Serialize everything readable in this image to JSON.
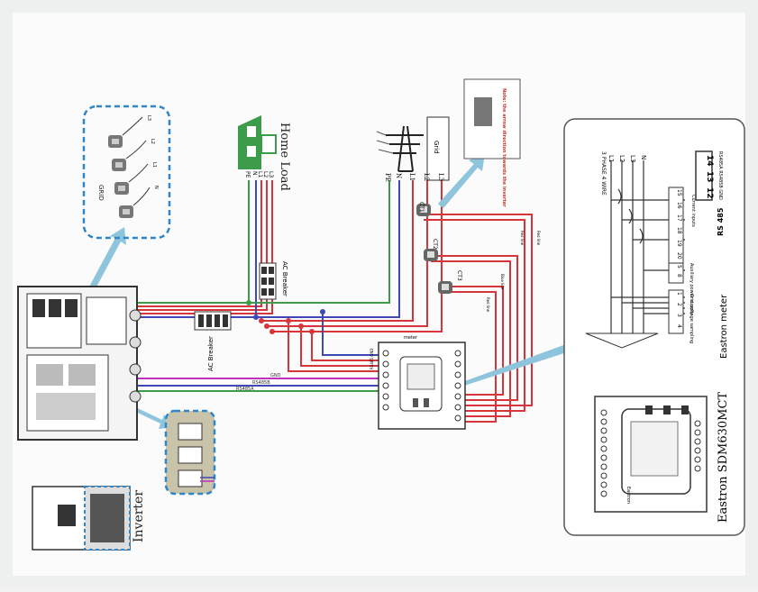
{
  "labels": {
    "home_load": "Home Load",
    "grid_tower": "Grid",
    "grid_ct_group": "GRID",
    "ct_group_lines": [
      "L3",
      "L2",
      "L1",
      "N"
    ],
    "home_load_lines": [
      "PE",
      "N",
      "L1",
      "L2",
      "L3"
    ],
    "grid_lines": [
      "PE",
      "N",
      "L1",
      "L2",
      "L3"
    ],
    "ac_breaker_1": "AC Breaker",
    "ac_breaker_2": "AC Breaker",
    "ct1": "CT1",
    "ct2": "CT2",
    "ct3": "CT3",
    "note": "Note: the arrow direction towards the inverter",
    "inverter": "Inverter",
    "meter_top": "meter",
    "rs485b": "RS485B",
    "rs485a": "RS485A",
    "gnd": "GND",
    "eastron_model": "Eastron SDM630MCT",
    "eastron_meter": "Eastron meter",
    "rs485": "RS 485",
    "wire_system": "3 PHASE 4 WIRE",
    "meter_lines": [
      "L1",
      "L2",
      "L3",
      "N"
    ],
    "grid_voltage": "Grid voltage sampling",
    "aux_power": "Auxiliary power supply",
    "current_inputs": "Current inputs",
    "rs485_pins": "RS485A RS485B GND",
    "rs485_terminals": [
      "14",
      "13",
      "12"
    ],
    "terminals_a": [
      "1",
      "2",
      "3",
      "4"
    ],
    "terminals_b": [
      "5",
      "8"
    ],
    "terminals_c": [
      "15",
      "16",
      "17",
      "18",
      "19",
      "20"
    ],
    "wire_tags": [
      "Red line",
      "Blue line",
      "Red line",
      "Red line"
    ],
    "eastron_brand": "Eastron",
    "meter_pins": "RS485 GND"
  },
  "colors": {
    "red": "#d8343c",
    "blue": "#3e49b5",
    "green": "#3d9c4a",
    "magenta": "#c12fc0",
    "cyan_arrow": "#8ec5dc",
    "box_dash": "#2f86c8"
  }
}
